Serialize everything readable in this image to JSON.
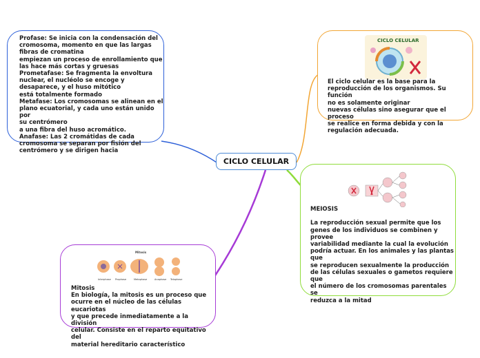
{
  "center": {
    "title": "CICLO CELULAR"
  },
  "colors": {
    "blue": "#2c5fd8",
    "orange": "#f2a533",
    "green": "#8fdc3a",
    "purple": "#a63ad6",
    "center_border": "#4b8ad6"
  },
  "nodes": {
    "profase": {
      "text": "Profase: Se inicia con la condensación del\ncromosoma, momento en que las largas\nfibras de cromatina\nempiezan un proceso de enrollamiento que\nlas hace más cortas y gruesas\nPrometafase: Se fragmenta la envoltura\nnuclear, el nucléolo se encoge y\ndesaparece, y el huso mitótico\nestá totalmente formado\nMetafase: Los cromosomas se alinean en el\nplano ecuatorial, y cada uno están unido por\nsu centrómero\na una fibra del huso acromático.\nAnafase: Las 2 cromátidas de cada\ncromosoma se separan por fisión del\ncentrómero y se dirigen hacia"
    },
    "ciclo": {
      "image_title": "CICLO CELULAR",
      "text": "El ciclo celular es la base para la\nreproducción de los organismos. Su función\nno es solamente originar\nnuevas células sino asegurar que el proceso\nse realice en forma debida y con la\nregulación adecuada."
    },
    "meiosis": {
      "text": "MEIOSIS\n\nLa reproducción sexual permite que los\ngenes de los individuos se combinen y\nprovee\nvariabilidad mediante la cual la evolución\npodría actuar. En los animales y las plantas\nque\nse reproducen sexualmente la producción\nde las células sexuales o gametos requiere\nque\nel número de los cromosomas parentales se\nreduzca a la mitad"
    },
    "mitosis": {
      "image_title": "Mitosis",
      "image_labels": [
        "Interphase",
        "Prophase",
        "Metaphase",
        "Anaphase",
        "Telophase"
      ],
      "text": "Mitosis\nEn biología, la mitosis es un proceso que\nocurre en el núcleo de las células eucariotas\ny que precede inmediatamente a la división\ncelular. Consiste en el reparto equitativo del\nmaterial hereditario característico"
    }
  }
}
